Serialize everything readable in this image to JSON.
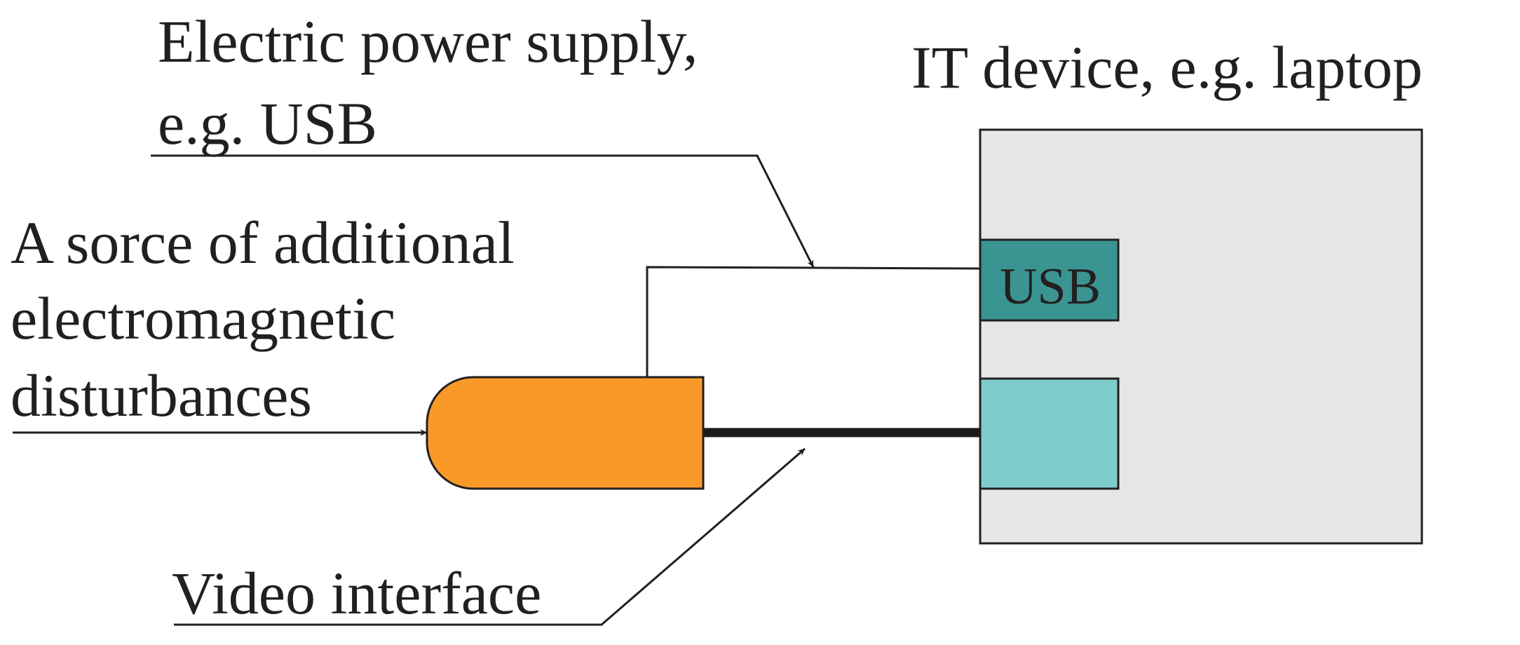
{
  "labels": {
    "power_supply_line1": "Electric power supply,",
    "power_supply_line2": "e.g. USB",
    "it_device": "IT device, e.g. laptop",
    "source_line1": "A sorce of additional",
    "source_line2": "electromagnetic",
    "source_line3": "disturbances",
    "video_interface": "Video interface",
    "usb_port": "USB"
  },
  "colors": {
    "device_fill": "#e6e6e6",
    "usb_port_fill": "#3a9592",
    "video_port_fill": "#7fcccc",
    "source_fill": "#f99a28",
    "stroke": "#231f20"
  }
}
